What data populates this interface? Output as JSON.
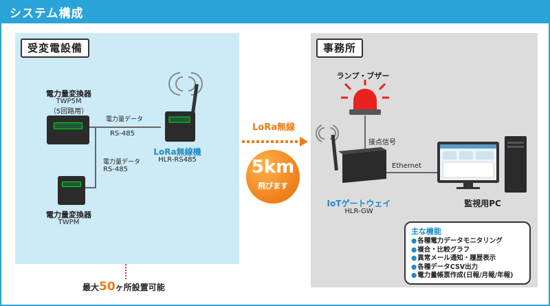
{
  "header": {
    "title": "システム構成"
  },
  "substation": {
    "label": "受変電設備",
    "meter1": {
      "name": "電力量変換器",
      "model": "TWP5M",
      "note": "（5回路用）"
    },
    "meter2": {
      "name": "電力量変換器",
      "model": "TWPM"
    },
    "link1": {
      "top": "電力量データ",
      "bottom": "RS-485"
    },
    "link2": {
      "top": "電力量データ",
      "bottom": "RS-485"
    },
    "radio": {
      "name": "LoRa無線機",
      "model": "HLR-RS485"
    },
    "capacity": {
      "prefix": "最大",
      "number": "50",
      "suffix": "ヶ所設置可能"
    }
  },
  "wireless": {
    "label": "LoRa無線",
    "range": "5km",
    "range_sub": "飛びます"
  },
  "office": {
    "label": "事務所",
    "lamp": "ランプ・ブザー",
    "contact": "接点信号",
    "ethernet": "Ethernet",
    "gateway": {
      "name": "IoTゲートウェイ",
      "model": "HLR-GW"
    },
    "pc": "監視用PC",
    "features": {
      "title": "主な機能",
      "items": [
        "各種電力データモニタリング",
        "複合・比較グラフ",
        "異常メール通知・履歴表示",
        "各種データCSV出力",
        "電力量帳票作成(日報/月報/年報)"
      ]
    }
  },
  "colors": {
    "brand": "#2aa3d8",
    "accent": "#ee7b14",
    "alarm": "#e8231f"
  }
}
